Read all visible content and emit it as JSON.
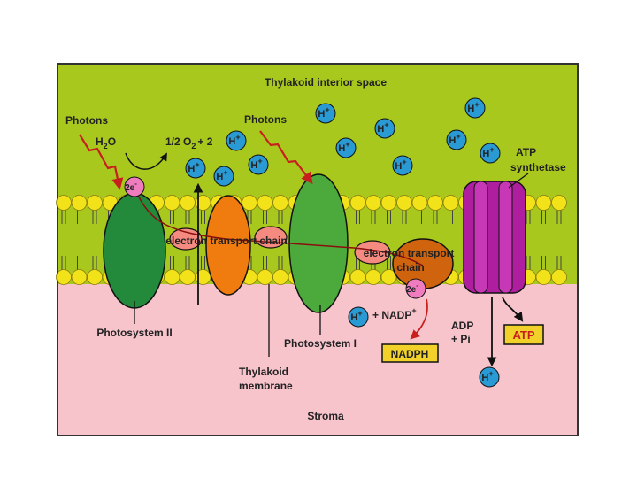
{
  "regions": {
    "interior": "Thylakoid interior space",
    "stroma": "Stroma"
  },
  "photons": [
    "Photons",
    "Photons"
  ],
  "water_reaction": {
    "h2o_H": "H",
    "h2o_sub": "2",
    "h2o_O": "O",
    "products_prefix": "1/2 O",
    "o2_sub": "2",
    "plus_two": "+ 2"
  },
  "ion": {
    "H": "H",
    "plus": "+"
  },
  "electrons": {
    "two_e": "2e",
    "minus": "-"
  },
  "etc1": "electron transport chain",
  "etc2": {
    "line1": "electron transport",
    "line2": "chain"
  },
  "nadp": {
    "plus": "+ NADP",
    "sup": "+"
  },
  "nadph": "NADPH",
  "adp": {
    "line1": "ADP",
    "line2": "+ Pi"
  },
  "atp": "ATP",
  "atp_synthetase": {
    "line1": "ATP",
    "line2": "synthetase"
  },
  "labels": {
    "ps2": "Photosystem II",
    "ps1": "Photosystem I",
    "membrane_line1": "Thylakoid",
    "membrane_line2": "membrane"
  },
  "colors": {
    "interior": "#a8c81e",
    "stroma": "#f8c4cc",
    "lipid_head": "#f2e21a",
    "ps2": "#228a3a",
    "ps1": "#4caa3c",
    "cytochrome": "#f07c10",
    "small_carrier": "#f48a80",
    "nadp_reductase": "#d0640e",
    "atp_synthase": "#b01ea0",
    "hydrogen_ion": "#2a9ad4",
    "electron": "#f07cc0",
    "arrow_red": "#c81e1e",
    "atp_box": "#f2d22a"
  }
}
